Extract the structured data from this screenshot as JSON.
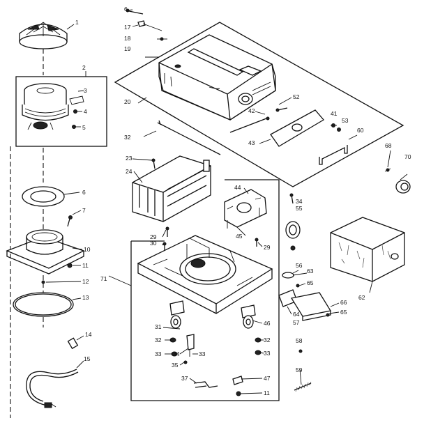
{
  "labels": {
    "l1": "1",
    "l2": "2",
    "l3": "3",
    "l4": "4",
    "l5": "5",
    "l6": "6",
    "l7": "7",
    "l10": "10",
    "l11": "11",
    "l12": "12",
    "l13": "13",
    "l14": "14",
    "l15": "15",
    "l6b": "6",
    "l17": "17",
    "l18": "18",
    "l19": "19",
    "l20": "20",
    "l32a": "32",
    "l23": "23",
    "l24": "24",
    "l52": "52",
    "l42": "42",
    "l41": "41",
    "l53": "53",
    "l60": "60",
    "l43": "43",
    "l68": "68",
    "l70": "70",
    "l44": "44",
    "l34a": "34",
    "l55": "55",
    "l29a": "29",
    "l30": "30",
    "l45": "45",
    "l29b": "29",
    "l71": "71",
    "l56": "56",
    "l63": "63",
    "l65a": "65",
    "l62": "62",
    "l66": "66",
    "l65b": "65",
    "l64": "64",
    "l57": "57",
    "l31": "31",
    "l46": "46",
    "l32b": "32",
    "l33a": "33",
    "l34b": "34",
    "l33b": "33",
    "l32c": "32",
    "l33c": "33",
    "l35": "35",
    "l58": "58",
    "l37": "37",
    "l47": "47",
    "l11b": "11",
    "l59": "59"
  }
}
